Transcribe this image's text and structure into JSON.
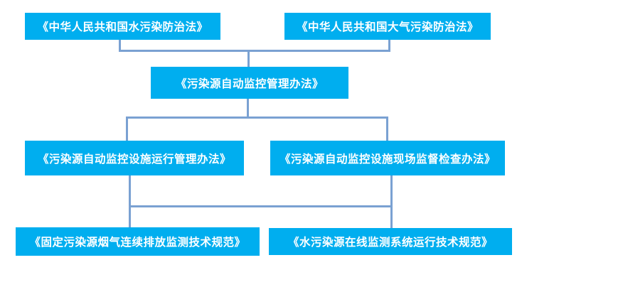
{
  "diagram": {
    "type": "flowchart",
    "box_fill_color": "#00aeef",
    "box_text_color": "#ffffff",
    "connector_color": "#7aa1d2",
    "background_color": "#ffffff",
    "nodes": [
      {
        "id": "water-pollution-law",
        "level": 1,
        "label": "《中华人民共和国水污染防治法》"
      },
      {
        "id": "air-pollution-law",
        "level": 1,
        "label": "《中华人民共和国大气污染防治法》"
      },
      {
        "id": "auto-monitoring-measures",
        "level": 2,
        "label": "《污染源自动监控管理办法》"
      },
      {
        "id": "facility-operation-measures",
        "level": 3,
        "label": "《污染源自动监控设施运行管理办法》"
      },
      {
        "id": "onsite-inspection-measures",
        "level": 3,
        "label": "《污染源自动监控设施现场监督检查办法》"
      },
      {
        "id": "flue-gas-cems-spec",
        "level": 4,
        "label": "《固定污染源烟气连续排放监测技术规范》"
      },
      {
        "id": "water-online-monitoring-spec",
        "level": 4,
        "label": "《水污染源在线监测系统运行技术规范》"
      }
    ],
    "edges": [
      {
        "from": "water-pollution-law",
        "to": "auto-monitoring-measures"
      },
      {
        "from": "air-pollution-law",
        "to": "auto-monitoring-measures"
      },
      {
        "from": "auto-monitoring-measures",
        "to": "facility-operation-measures"
      },
      {
        "from": "auto-monitoring-measures",
        "to": "onsite-inspection-measures"
      },
      {
        "from": "facility-operation-measures",
        "to": "flue-gas-cems-spec"
      },
      {
        "from": "onsite-inspection-measures",
        "to": "water-online-monitoring-spec"
      }
    ]
  }
}
